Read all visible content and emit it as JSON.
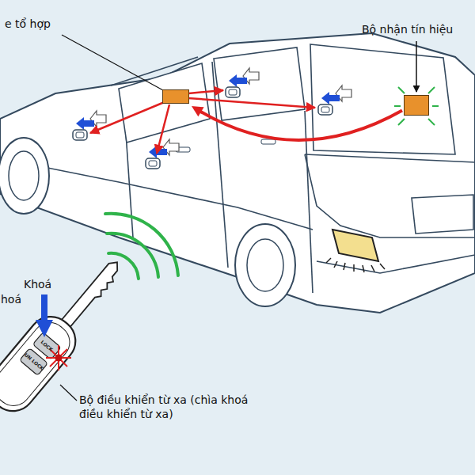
{
  "diagram": {
    "nodes": [
      {
        "text": [
          "e tổ hợp"
        ]
      },
      {
        "text": [
          "Bộ nhận tín hiệu"
        ]
      }
    ],
    "edges": [
      {
        "from": 1,
        "to": 0,
        "arrow": "to"
      }
    ],
    "labels": [
      "Khoá",
      "hoá",
      "LOCK",
      "UN LOCK",
      "Bộ điều khiển từ xa (chìa khoá điều khiển từ xa)"
    ]
  }
}
